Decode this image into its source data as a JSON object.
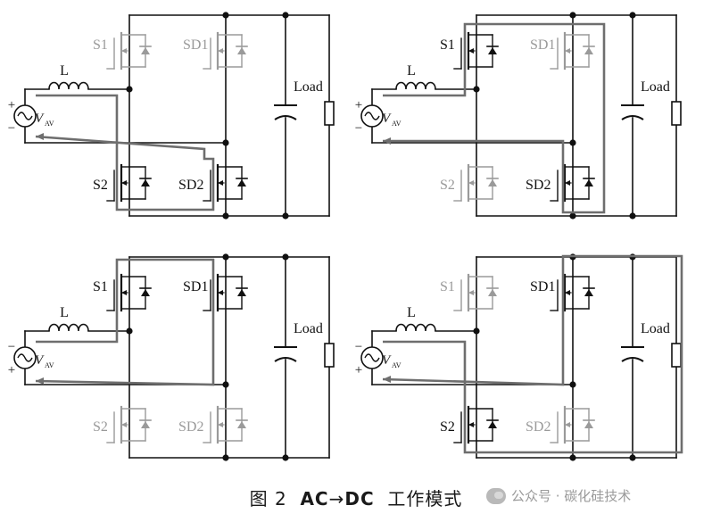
{
  "figure": {
    "caption_prefix": "图 2",
    "caption_ac": "AC",
    "caption_arrow": "→",
    "caption_dc": "DC",
    "caption_suffix": "工作模式"
  },
  "watermark": {
    "text": "公众号 · 碳化硅技术"
  },
  "panels": [
    {
      "id": "top-left",
      "labels": {
        "s1": "S1",
        "sd1": "SD1",
        "s2": "S2",
        "sd2": "SD2",
        "inductor": "L",
        "load": "Load",
        "source": "V",
        "source_sub": "AV",
        "pol_top": "+",
        "pol_bottom": "−"
      },
      "active": {
        "s1": false,
        "sd1": false,
        "s2": true,
        "sd2": true
      }
    },
    {
      "id": "top-right",
      "labels": {
        "s1": "S1",
        "sd1": "SD1",
        "s2": "S2",
        "sd2": "SD2",
        "inductor": "L",
        "load": "Load",
        "source": "V",
        "source_sub": "AV",
        "pol_top": "+",
        "pol_bottom": "−"
      },
      "active": {
        "s1": true,
        "sd1": false,
        "s2": false,
        "sd2": true
      }
    },
    {
      "id": "bottom-left",
      "labels": {
        "s1": "S1",
        "sd1": "SD1",
        "s2": "S2",
        "sd2": "SD2",
        "inductor": "L",
        "load": "Load",
        "source": "V",
        "source_sub": "AV",
        "pol_top": "−",
        "pol_bottom": "+"
      },
      "active": {
        "s1": true,
        "sd1": true,
        "s2": false,
        "sd2": false
      }
    },
    {
      "id": "bottom-right",
      "labels": {
        "s1": "S1",
        "sd1": "SD1",
        "s2": "S2",
        "sd2": "SD2",
        "inductor": "L",
        "load": "Load",
        "source": "V",
        "source_sub": "AV",
        "pol_top": "−",
        "pol_bottom": "+"
      },
      "active": {
        "s1": false,
        "sd1": true,
        "s2": true,
        "sd2": false
      }
    }
  ],
  "colors": {
    "circuit": "#111111",
    "inactive": "#9a9a9a",
    "current_path": "#6e6e6e"
  }
}
